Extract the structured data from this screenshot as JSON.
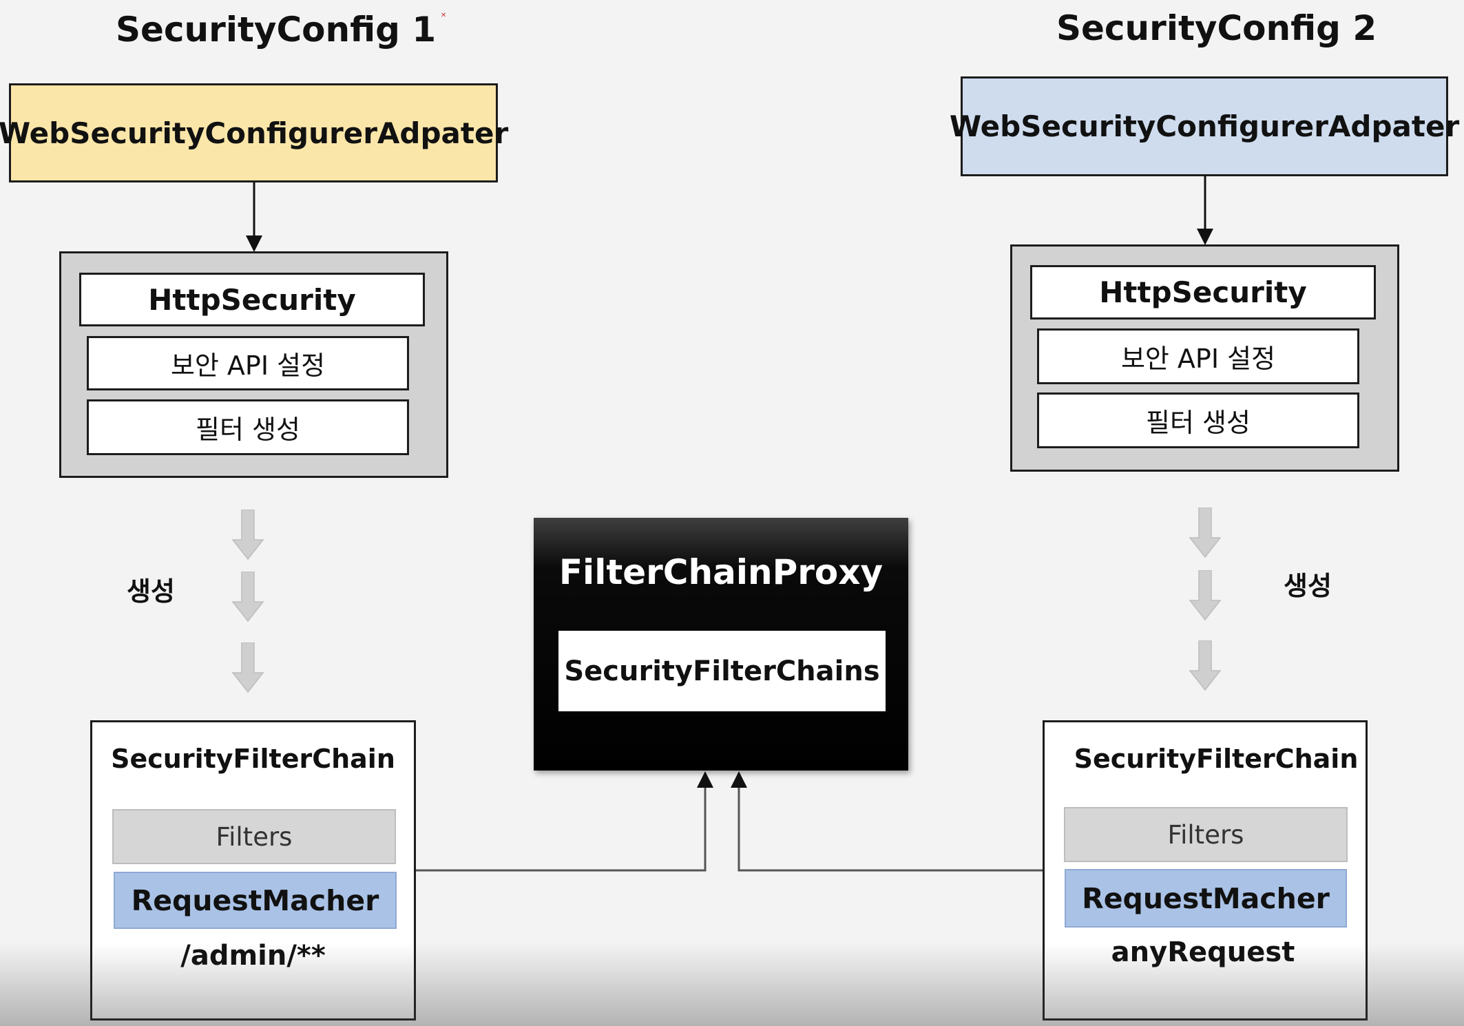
{
  "config1": {
    "title": "SecurityConfig 1",
    "adapter": "WebSecurityConfigurerAdpater",
    "http_security": "HttpSecurity",
    "items": [
      "보안 API 설정",
      "필터 생성"
    ],
    "generate_label": "생성",
    "filter_chain": {
      "title": "SecurityFilterChain",
      "filters": "Filters",
      "matcher": "RequestMacher",
      "pattern": "/admin/**"
    },
    "adapter_color": "#fbe6a9"
  },
  "config2": {
    "title": "SecurityConfig 2",
    "adapter": "WebSecurityConfigurerAdpater",
    "http_security": "HttpSecurity",
    "items": [
      "보안 API 설정",
      "필터 생성"
    ],
    "generate_label": "생성",
    "filter_chain": {
      "title": "SecurityFilterChain",
      "filters": "Filters",
      "matcher": "RequestMacher",
      "pattern": "anyRequest"
    },
    "adapter_color": "#cfdcee"
  },
  "proxy": {
    "title": "FilterChainProxy",
    "chains": "SecurityFilterChains"
  },
  "colors": {
    "matcher": "#aac2e6",
    "filters": "#d6d6d6",
    "group": "#d2d2d2",
    "background": "#f3f3f3"
  }
}
